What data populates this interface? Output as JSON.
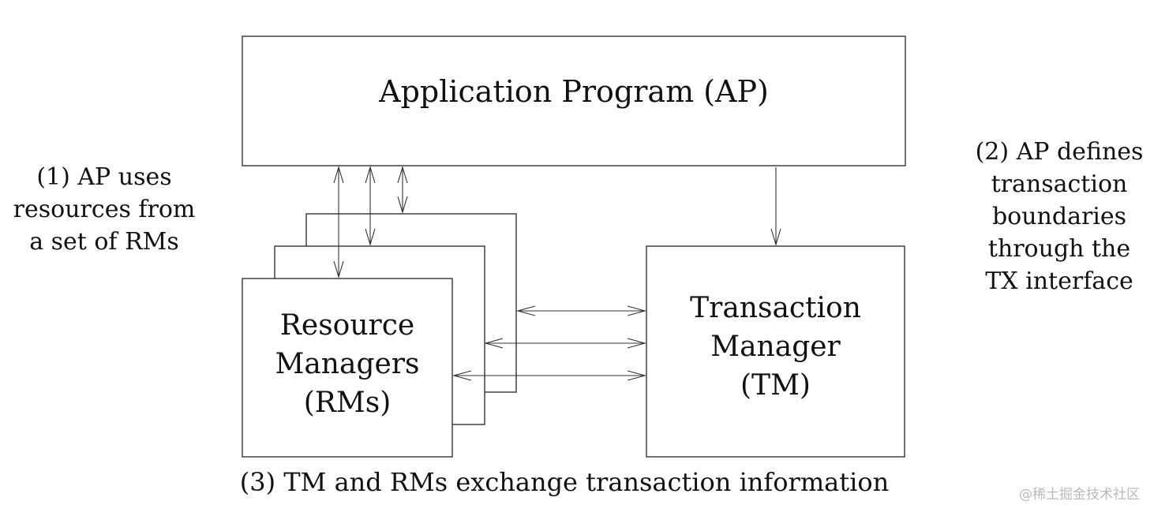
{
  "diagram": {
    "application_program": "Application Program (AP)",
    "resource_managers": [
      "Resource",
      "Managers",
      "(RMs)"
    ],
    "transaction_manager": [
      "Transaction",
      "Manager",
      "(TM)"
    ],
    "note_ap_uses_rms": [
      "(1) AP uses",
      "resources from",
      "a set of RMs"
    ],
    "note_tx_boundaries": [
      "(2) AP defines",
      "transaction",
      "boundaries",
      "through the",
      "TX interface"
    ],
    "note_tm_rm_exchange": "(3) TM and RMs exchange transaction information"
  },
  "watermark": "@稀土掘金技术社区"
}
